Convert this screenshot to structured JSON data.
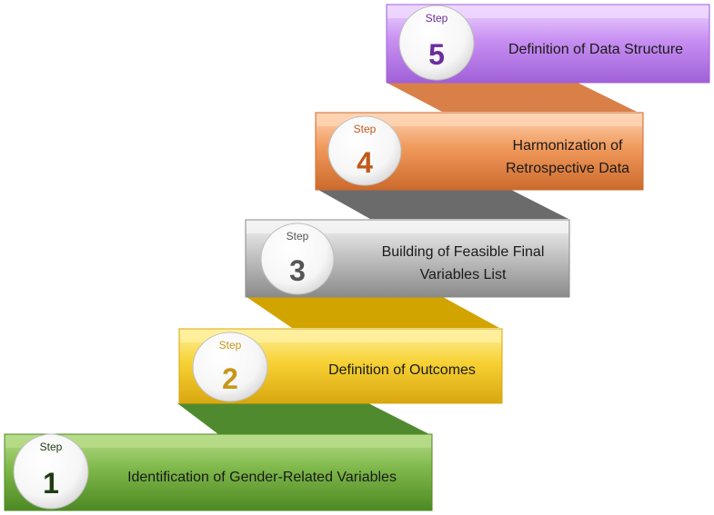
{
  "steps": [
    {
      "step_label": "Step",
      "number": "1",
      "title_lines": [
        "Identification of Gender-Related Variables"
      ],
      "accent": "#1f3a14"
    },
    {
      "step_label": "Step",
      "number": "2",
      "title_lines": [
        "Definition of Outcomes"
      ],
      "accent": "#c8961a"
    },
    {
      "step_label": "Step",
      "number": "3",
      "title_lines": [
        "Building of Feasible Final",
        "Variables List"
      ],
      "accent": "#555555"
    },
    {
      "step_label": "Step",
      "number": "4",
      "title_lines": [
        "Harmonization  of",
        "Retrospective Data"
      ],
      "accent": "#c05a1c"
    },
    {
      "step_label": "Step",
      "number": "5",
      "title_lines": [
        "Definition of Data Structure"
      ],
      "accent": "#6a2d9e"
    }
  ],
  "colors": {
    "step1": {
      "light": "#b8dc8a",
      "mid": "#7fb84a",
      "dark": "#4d8a24",
      "connector": "#4f8a2e"
    },
    "step2": {
      "light": "#fff0a0",
      "mid": "#f7d235",
      "dark": "#d9a70f",
      "connector": "#d2a400"
    },
    "step3": {
      "light": "#f4f4f4",
      "mid": "#c4c4c4",
      "dark": "#8a8a8a",
      "connector": "#6b6b6b"
    },
    "step4": {
      "light": "#ffd4b4",
      "mid": "#f09a5c",
      "dark": "#cc6a2c",
      "connector": "#d88048"
    },
    "step5": {
      "light": "#eed8ff",
      "mid": "#c890f2",
      "dark": "#a060d8",
      "connector": ""
    }
  }
}
